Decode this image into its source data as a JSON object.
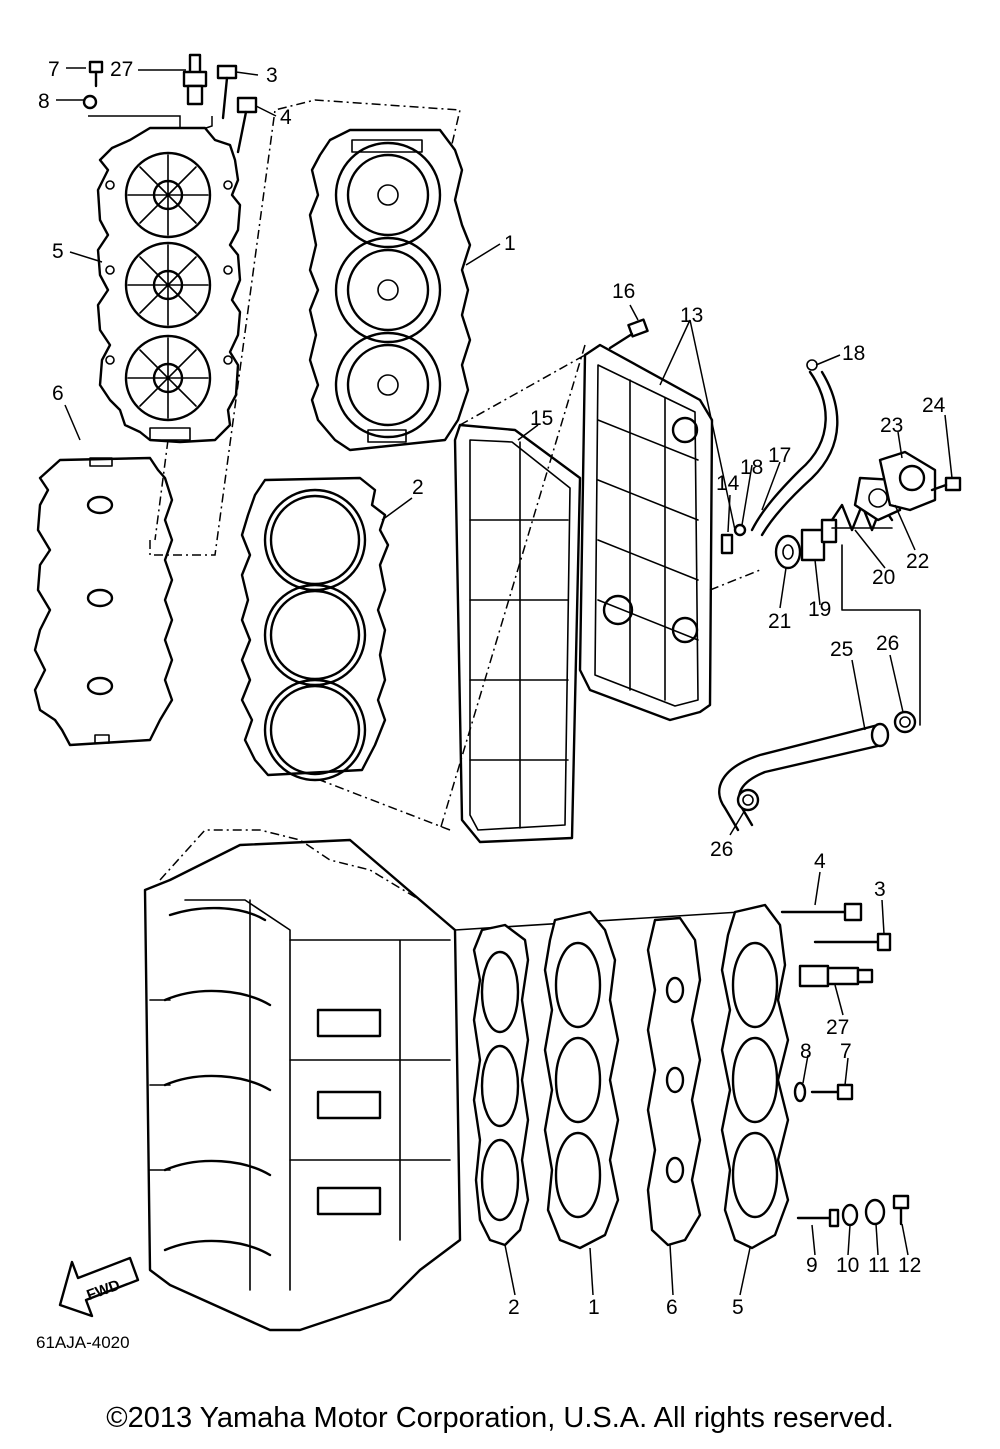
{
  "diagram_code": "61AJA-4020",
  "fwd_label": "FWD",
  "copyright": "©2013 Yamaha Motor Corporation, U.S.A. All rights reserved.",
  "callouts": [
    {
      "id": "c7a",
      "label": "7"
    },
    {
      "id": "c27a",
      "label": "27"
    },
    {
      "id": "c3a",
      "label": "3"
    },
    {
      "id": "c8a",
      "label": "8"
    },
    {
      "id": "c4a",
      "label": "4"
    },
    {
      "id": "c5a",
      "label": "5"
    },
    {
      "id": "c1a",
      "label": "1"
    },
    {
      "id": "c6a",
      "label": "6"
    },
    {
      "id": "c2a",
      "label": "2"
    },
    {
      "id": "c16",
      "label": "16"
    },
    {
      "id": "c13",
      "label": "13"
    },
    {
      "id": "c18a",
      "label": "18"
    },
    {
      "id": "c15",
      "label": "15"
    },
    {
      "id": "c24",
      "label": "24"
    },
    {
      "id": "c23",
      "label": "23"
    },
    {
      "id": "c14",
      "label": "14"
    },
    {
      "id": "c18b",
      "label": "18"
    },
    {
      "id": "c17",
      "label": "17"
    },
    {
      "id": "c22",
      "label": "22"
    },
    {
      "id": "c20",
      "label": "20"
    },
    {
      "id": "c21",
      "label": "21"
    },
    {
      "id": "c19",
      "label": "19"
    },
    {
      "id": "c25",
      "label": "25"
    },
    {
      "id": "c26a",
      "label": "26"
    },
    {
      "id": "c26b",
      "label": "26"
    },
    {
      "id": "c4b",
      "label": "4"
    },
    {
      "id": "c3b",
      "label": "3"
    },
    {
      "id": "c27b",
      "label": "27"
    },
    {
      "id": "c8b",
      "label": "8"
    },
    {
      "id": "c7b",
      "label": "7"
    },
    {
      "id": "c9",
      "label": "9"
    },
    {
      "id": "c10",
      "label": "10"
    },
    {
      "id": "c11",
      "label": "11"
    },
    {
      "id": "c12",
      "label": "12"
    },
    {
      "id": "c2b",
      "label": "2"
    },
    {
      "id": "c1b",
      "label": "1"
    },
    {
      "id": "c6b",
      "label": "6"
    },
    {
      "id": "c5b",
      "label": "5"
    }
  ]
}
